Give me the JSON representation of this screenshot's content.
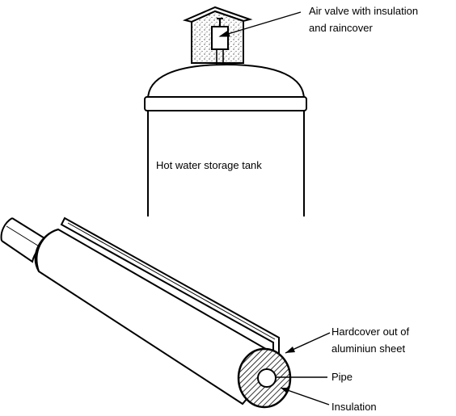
{
  "labels": {
    "air_valve_line1": "Air valve with insulation",
    "air_valve_line2": "and raincover",
    "tank": "Hot water storage tank",
    "hardcover_line1": "Hardcover out of",
    "hardcover_line2": "aluminiun sheet",
    "pipe": "Pipe",
    "insulation": "Insulation"
  },
  "colors": {
    "ink": "#000000",
    "paper": "#ffffff"
  }
}
